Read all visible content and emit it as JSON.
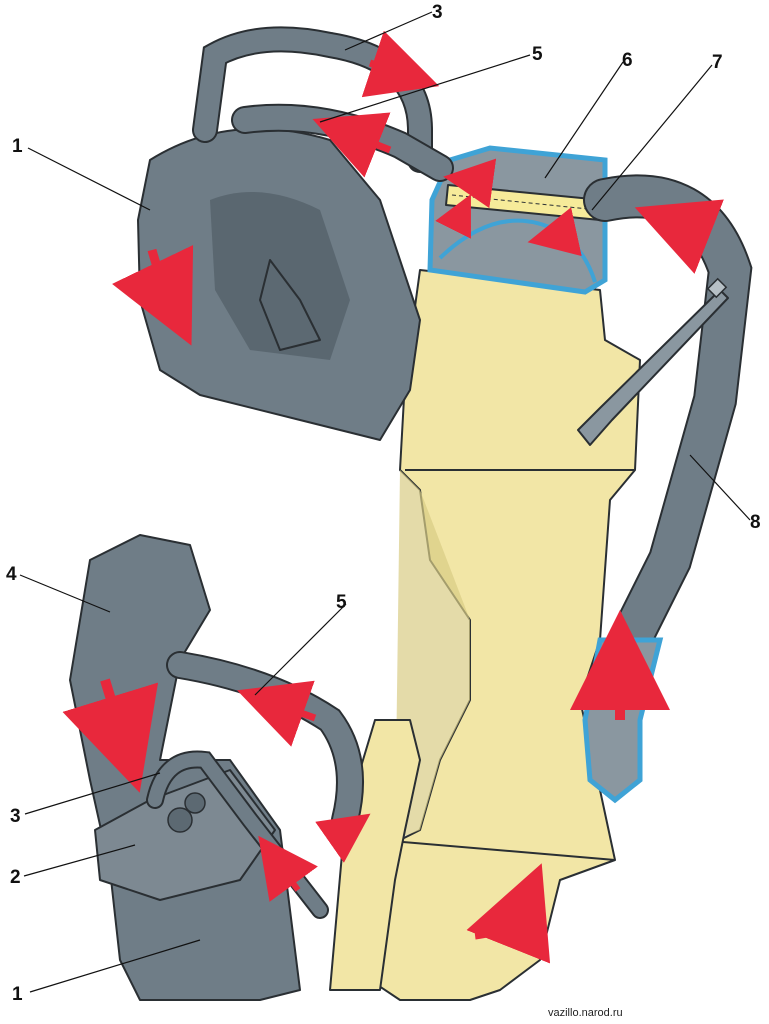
{
  "colors": {
    "hose": "#6f7d87",
    "hose_dark": "#4c5861",
    "filter_body": "#f2e6a6",
    "filter_shade": "#d9cc85",
    "housing_blue": "#3fa3d6",
    "arrow_red": "#e8283c",
    "outline": "#2a2f33"
  },
  "callouts": [
    {
      "id": "c1-top",
      "text": "1"
    },
    {
      "id": "c3-top",
      "text": "3"
    },
    {
      "id": "c5-top",
      "text": "5"
    },
    {
      "id": "c6",
      "text": "6"
    },
    {
      "id": "c7",
      "text": "7"
    },
    {
      "id": "c8",
      "text": "8"
    },
    {
      "id": "c4",
      "text": "4"
    },
    {
      "id": "c5-bottom",
      "text": "5"
    },
    {
      "id": "c3-bottom",
      "text": "3"
    },
    {
      "id": "c2",
      "text": "2"
    },
    {
      "id": "c1-bottom",
      "text": "1"
    }
  ],
  "watermark": "vazillo.narod.ru"
}
